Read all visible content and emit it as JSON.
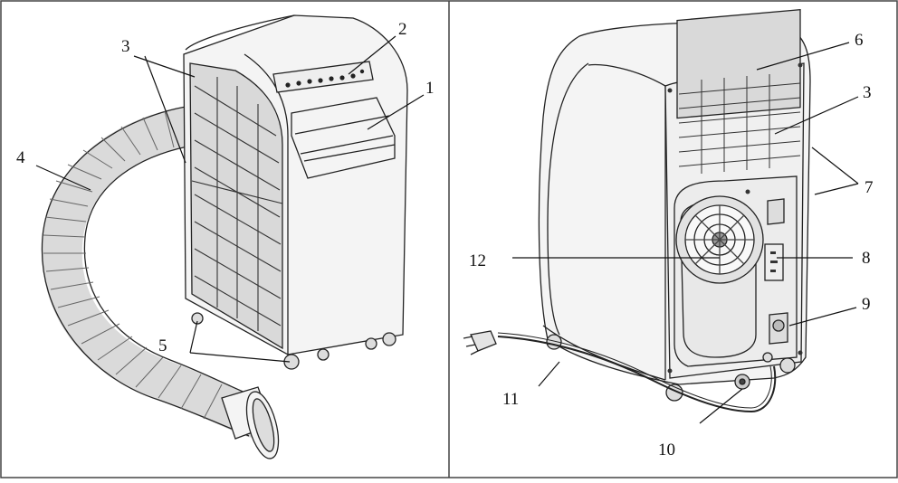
{
  "panels": [
    {
      "view": "front",
      "callouts": [
        {
          "label": "1"
        },
        {
          "label": "2"
        },
        {
          "label": "3"
        },
        {
          "label": "4"
        },
        {
          "label": "5"
        }
      ]
    },
    {
      "view": "back",
      "callouts": [
        {
          "label": "6"
        },
        {
          "label": "3"
        },
        {
          "label": "7"
        },
        {
          "label": "8"
        },
        {
          "label": "9"
        },
        {
          "label": "10"
        },
        {
          "label": "11"
        },
        {
          "label": "12"
        }
      ]
    }
  ],
  "colors": {
    "line": "#222222",
    "border": "#444444",
    "body_fill": "#f4f4f4",
    "grille_fill": "#d9d9d9"
  }
}
